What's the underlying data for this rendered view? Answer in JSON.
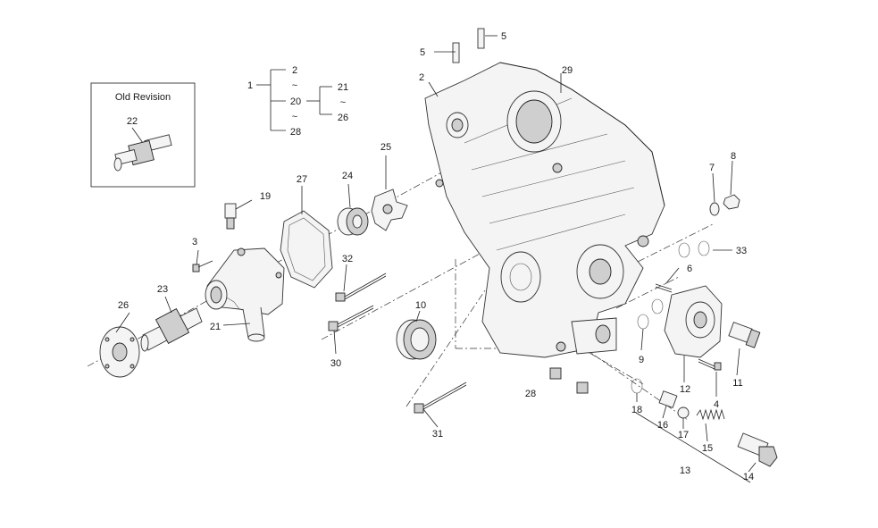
{
  "legend": {
    "title": "Old Revision",
    "part": "22"
  },
  "tree": {
    "root": "1",
    "top": "2",
    "mid": "20",
    "bottom": "28",
    "branch_top": "21",
    "branch_bottom": "26",
    "tilde": "~"
  },
  "labels": {
    "p2": "2",
    "p3": "3",
    "p4": "4",
    "p5a": "5",
    "p5b": "5",
    "p6": "6",
    "p7": "7",
    "p8": "8",
    "p9": "9",
    "p10": "10",
    "p11": "11",
    "p12": "12",
    "p13": "13",
    "p14": "14",
    "p15": "15",
    "p16": "16",
    "p17": "17",
    "p18": "18",
    "p19": "19",
    "p21": "21",
    "p23": "23",
    "p24": "24",
    "p25": "25",
    "p26": "26",
    "p27": "27",
    "p28": "28",
    "p29": "29",
    "p30": "30",
    "p31": "31",
    "p32": "32",
    "p33": "33"
  }
}
